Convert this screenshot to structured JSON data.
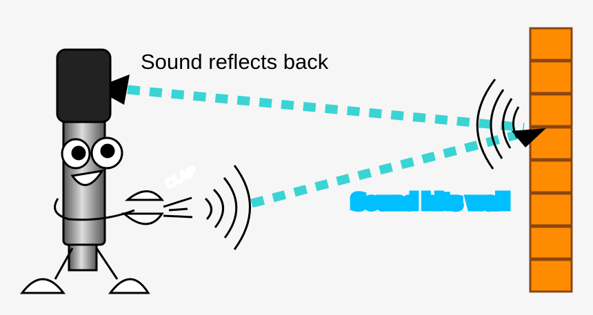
{
  "labels": {
    "reflect": "Sound reflects back",
    "hit": "Sound hits wall",
    "clap": "CLAP"
  },
  "colors": {
    "sound_path": "#3ad4d4",
    "label_blue": "#00bfff",
    "brick": "#ff8c00",
    "brick_border": "#8b4513",
    "mic_head": "#222222"
  }
}
